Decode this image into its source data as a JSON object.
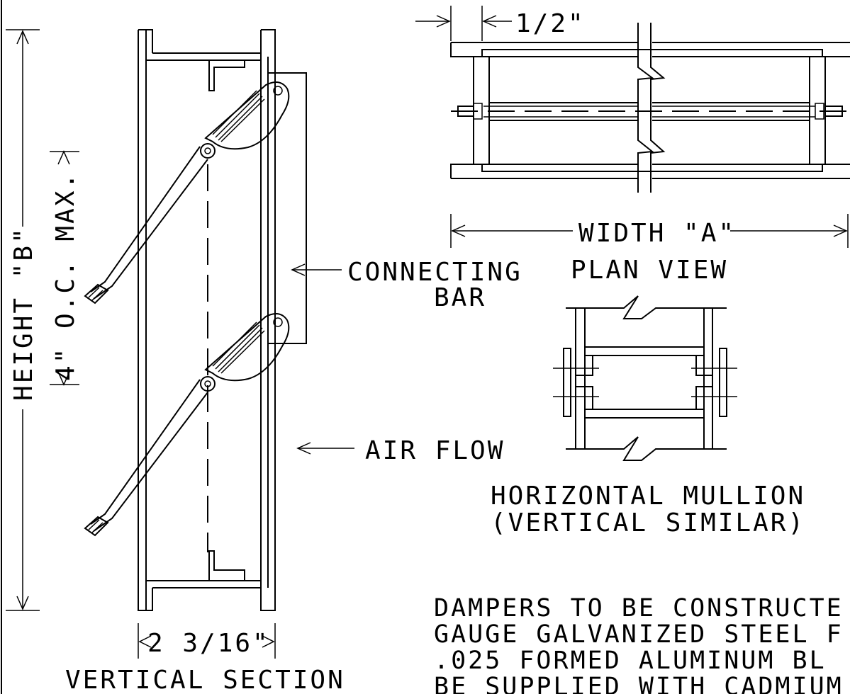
{
  "labels": {
    "half_inch": "1/2\"",
    "width": "WIDTH \"A\"",
    "plan_view": "PLAN VIEW",
    "connecting_1": "CONNECTING",
    "connecting_2": "BAR",
    "air_flow": "AIR FLOW",
    "mullion_1": "HORIZONTAL MULLION",
    "mullion_2": "(VERTICAL SIMILAR)",
    "height": "HEIGHT \"B\"",
    "max_oc": "4\" O.C. MAX.",
    "depth": "2 3/16\"",
    "vertical_section": "VERTICAL SECTION"
  },
  "notes": [
    "DAMPERS TO BE CONSTRUCTE",
    "GAUGE GALVANIZED STEEL F",
    ".025 FORMED ALUMINUM  BL",
    "BE SUPPLIED WITH CADMIUM"
  ],
  "colors": {
    "line": "#000000",
    "background": "#ffffff"
  }
}
